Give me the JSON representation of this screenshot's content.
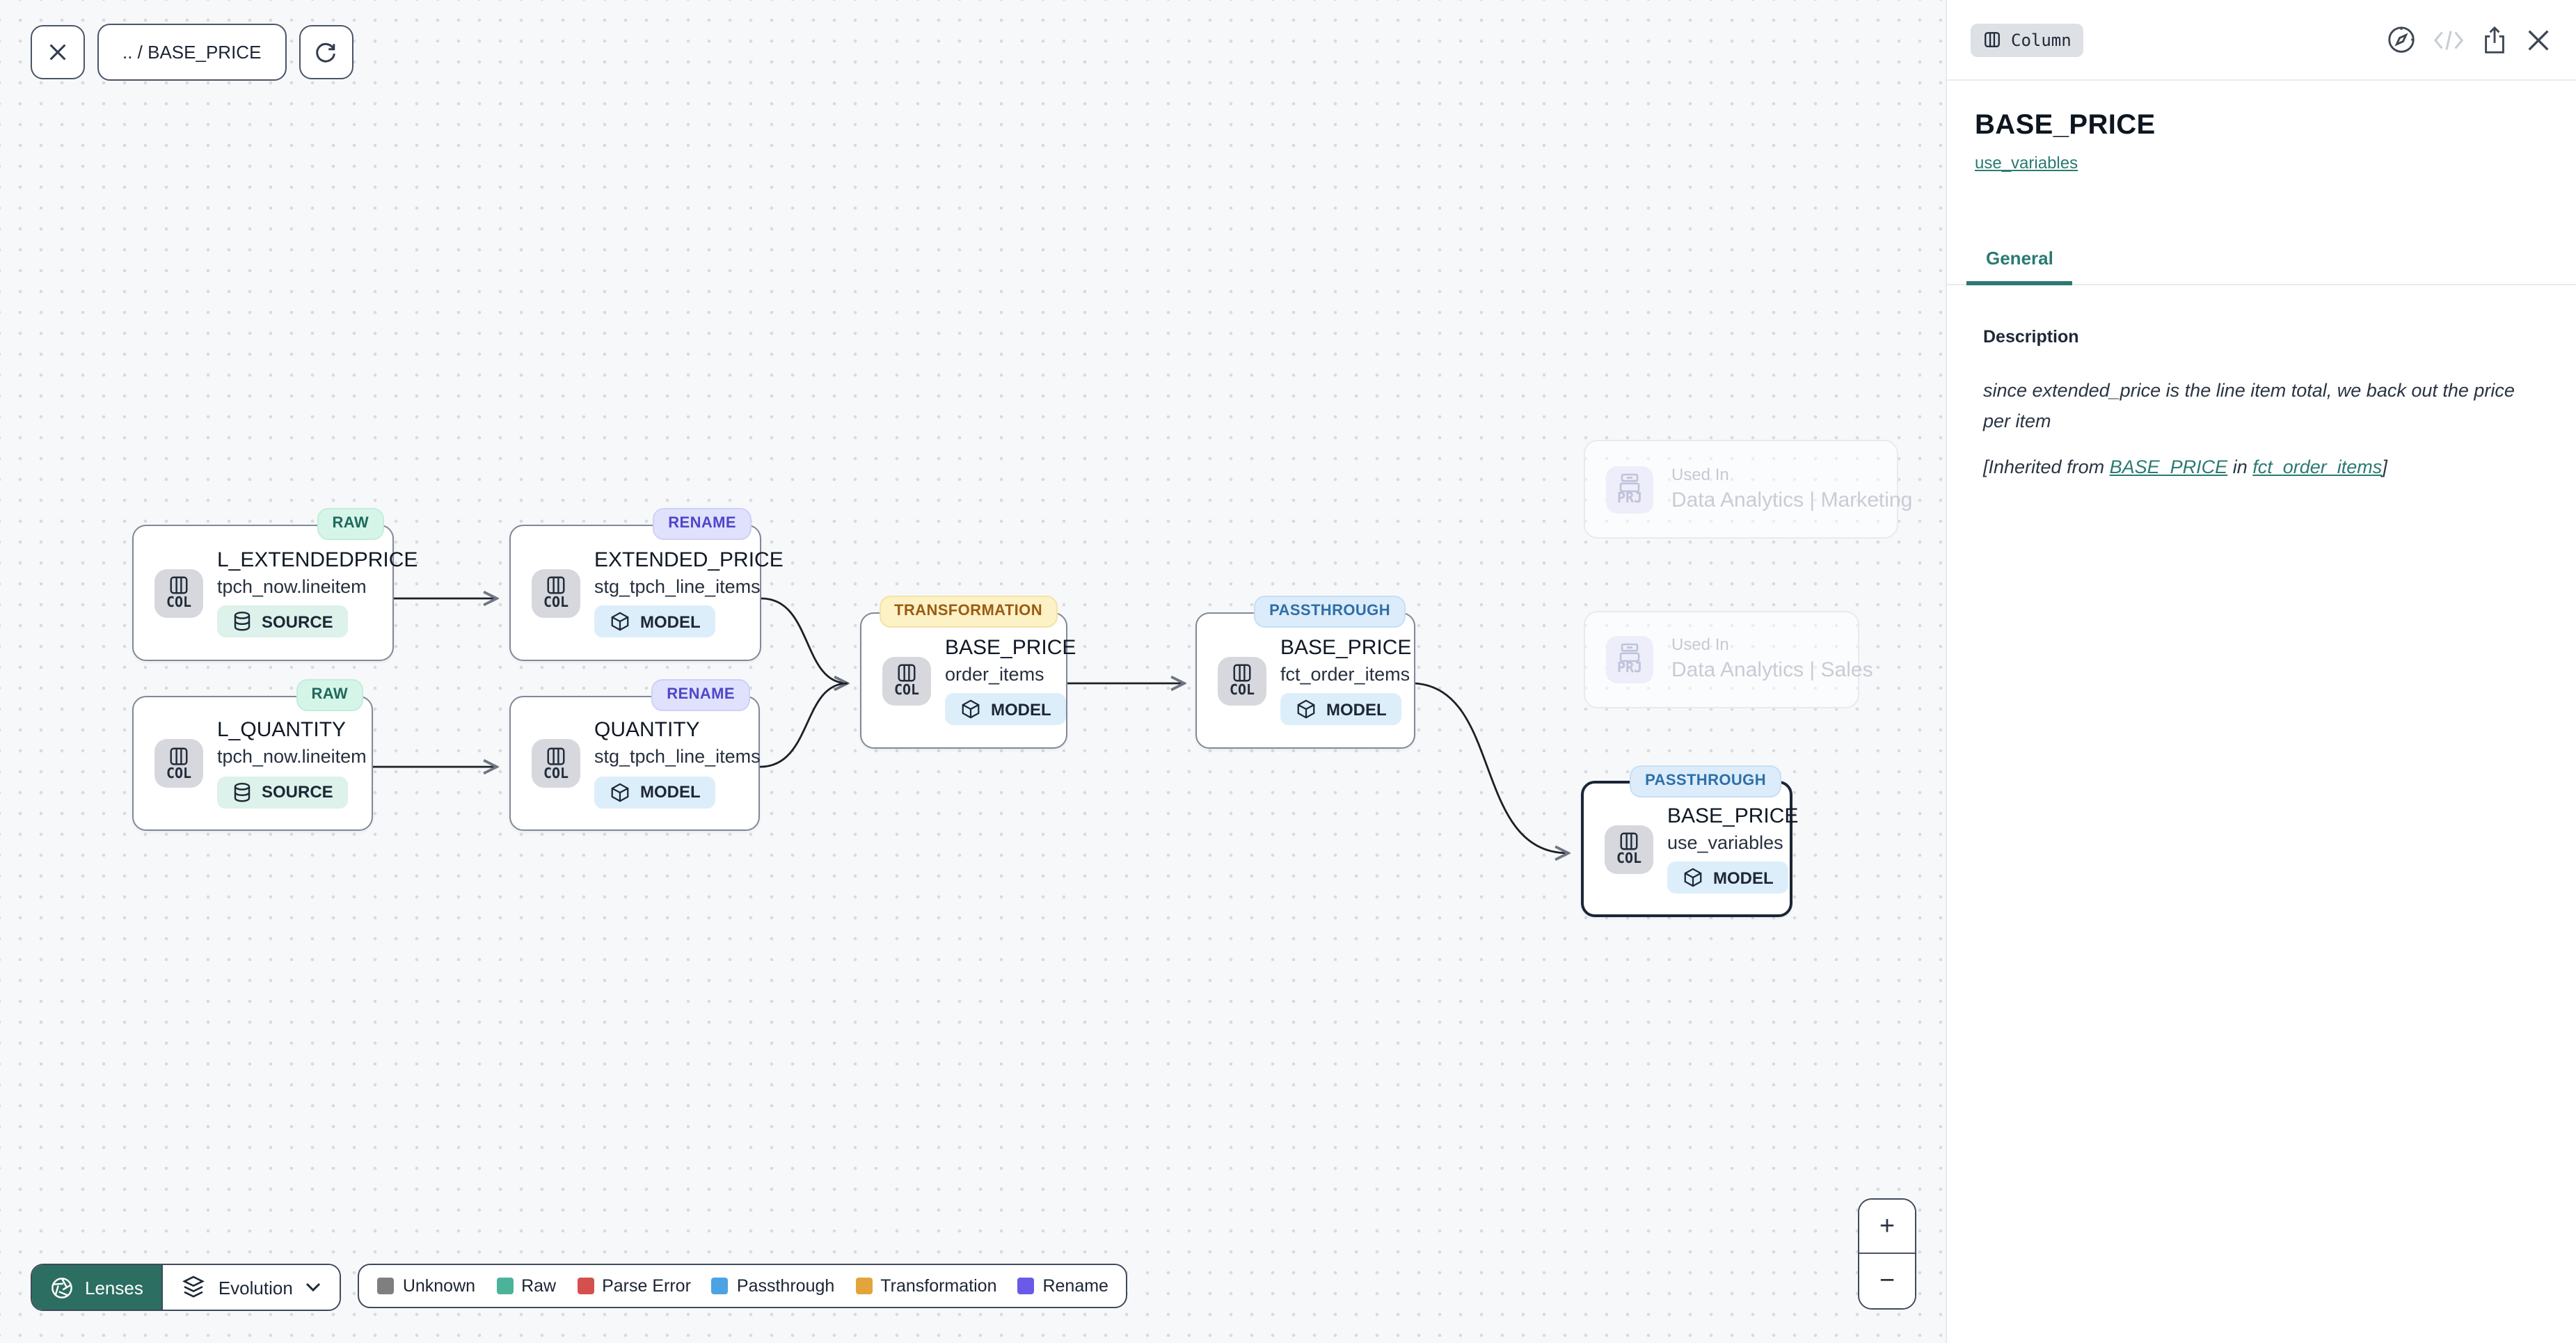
{
  "toolbar": {
    "breadcrumb": ".. / BASE_PRICE"
  },
  "canvas": {
    "nodes": [
      {
        "title": "L_EXTENDEDPRICE",
        "subtitle": "tpch_now.lineitem",
        "kind": "SOURCE",
        "lens": "RAW",
        "icon_label": "COL",
        "selected": false
      },
      {
        "title": "EXTENDED_PRICE",
        "subtitle": "stg_tpch_line_items",
        "kind": "MODEL",
        "lens": "RENAME",
        "icon_label": "COL",
        "selected": false
      },
      {
        "title": "L_QUANTITY",
        "subtitle": "tpch_now.lineitem",
        "kind": "SOURCE",
        "lens": "RAW",
        "icon_label": "COL",
        "selected": false
      },
      {
        "title": "QUANTITY",
        "subtitle": "stg_tpch_line_items",
        "kind": "MODEL",
        "lens": "RENAME",
        "icon_label": "COL",
        "selected": false
      },
      {
        "title": "BASE_PRICE",
        "subtitle": "order_items",
        "kind": "MODEL",
        "lens": "TRANSFORMATION",
        "icon_label": "COL",
        "selected": false
      },
      {
        "title": "BASE_PRICE",
        "subtitle": "fct_order_items",
        "kind": "MODEL",
        "lens": "PASSTHROUGH",
        "icon_label": "COL",
        "selected": false
      },
      {
        "title": "BASE_PRICE",
        "subtitle": "use_variables",
        "kind": "MODEL",
        "lens": "PASSTHROUGH",
        "icon_label": "COL",
        "selected": true
      }
    ],
    "used_in": [
      {
        "icon_label": "PRJ",
        "label": "Used In",
        "name": "Data Analytics | Marketing"
      },
      {
        "icon_label": "PRJ",
        "label": "Used In",
        "name": "Data Analytics | Sales"
      }
    ]
  },
  "lenses_bar": {
    "lenses_label": "Lenses",
    "mode_label": "Evolution"
  },
  "legend": {
    "items": [
      {
        "label": "Unknown",
        "color": "#7f7f7f"
      },
      {
        "label": "Raw",
        "color": "#4cb39b"
      },
      {
        "label": "Parse Error",
        "color": "#d5504c"
      },
      {
        "label": "Passthrough",
        "color": "#4ba3e3"
      },
      {
        "label": "Transformation",
        "color": "#e3a43c"
      },
      {
        "label": "Rename",
        "color": "#6b5ae8"
      }
    ]
  },
  "zoom_controls": {
    "zoom_in": "+",
    "zoom_out": "−"
  },
  "panel": {
    "badge": "Column",
    "title": "BASE_PRICE",
    "model_link": "use_variables",
    "tabs": [
      {
        "label": "General"
      }
    ],
    "description": {
      "heading": "Description",
      "text": "since extended_price is the line item total, we back out the price per item",
      "inherited_prefix": "[Inherited from ",
      "inherited_link_column": "BASE_PRICE",
      "inherited_infix": " in ",
      "inherited_link_model": "fct_order_items",
      "inherited_suffix": "]"
    },
    "icons": [
      "compass-icon",
      "code-icon",
      "share-icon",
      "close-icon"
    ]
  },
  "colors": {
    "accent_teal": "#2a7a72",
    "lenses_button_bg": "#2c6e61",
    "canvas_bg": "#f7f8fa",
    "lens_raw_bg": "#d6f5e9",
    "lens_rename_bg": "#e0e1fc",
    "lens_transformation_bg": "#fdf1c6",
    "lens_passthrough_bg": "#dcecfa",
    "source_pill_bg": "#dcf2ea",
    "model_pill_bg": "#ddeefb"
  }
}
